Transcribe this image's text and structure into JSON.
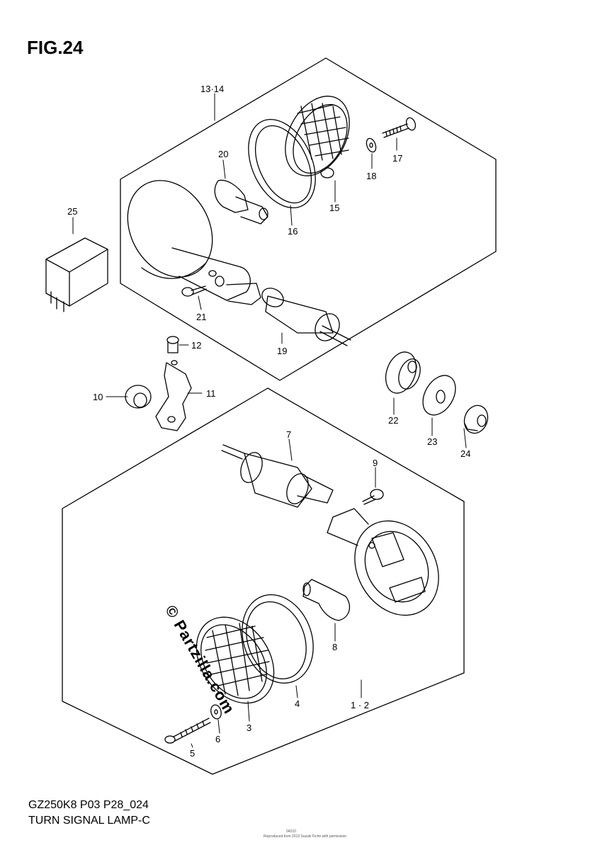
{
  "figure": {
    "title": "FIG.24",
    "model_code": "GZ250K8 P03 P28_024",
    "name": "TURN SIGNAL LAMP-C",
    "watermark": "© Partzilla.com",
    "copyright_small": "Reproduced from 2013 Suzuki Fiche with permission",
    "copyright_small_top": "04210"
  },
  "callouts": {
    "c13_14": "13·14",
    "c15": "15",
    "c16": "16",
    "c17": "17",
    "c18": "18",
    "c19": "19",
    "c20": "20",
    "c21": "21",
    "c25": "25",
    "c12": "12",
    "c10": "10",
    "c11": "11",
    "c22": "22",
    "c23": "23",
    "c24": "24",
    "c7": "7",
    "c9": "9",
    "c8": "8",
    "c4": "4",
    "c1_2": "1 · 2",
    "c3": "3",
    "c5": "5",
    "c6": "6"
  }
}
